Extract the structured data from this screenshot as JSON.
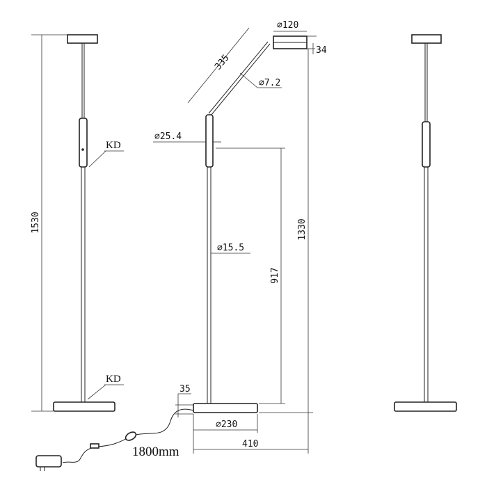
{
  "title": "Floor lamp dimension drawing",
  "labels": {
    "total_height": "1530",
    "kd_upper": "KD",
    "kd_lower": "KD",
    "arm_length": "335",
    "head_diameter": "⌀120",
    "head_height": "34",
    "arm_diameter": "⌀7.2",
    "joint_diameter": "⌀25.4",
    "pole_diameter": "⌀15.5",
    "pole_height": "917",
    "lamp_height": "1330",
    "base_height": "35",
    "base_diameter": "⌀230",
    "reach": "410",
    "cable_length": "1800mm"
  }
}
